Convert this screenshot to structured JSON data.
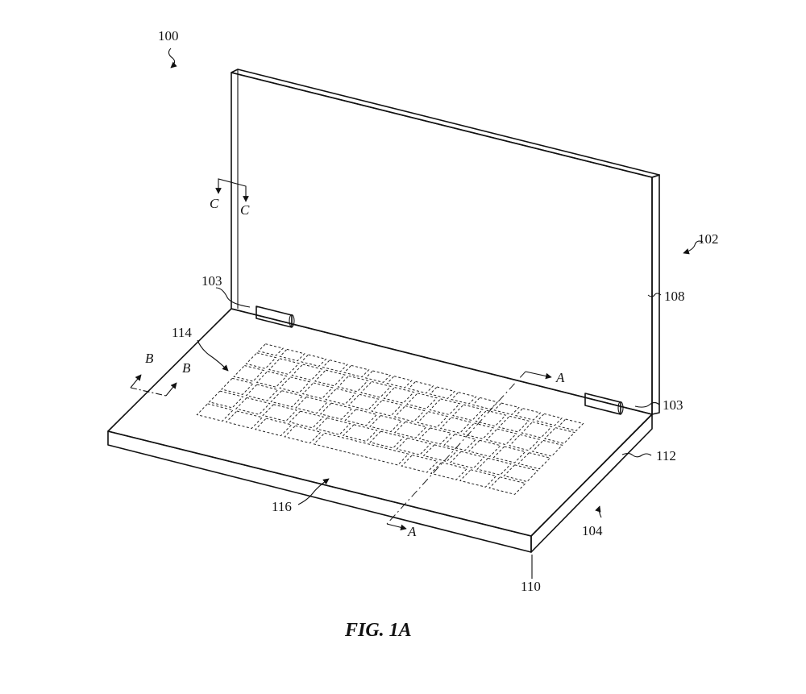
{
  "figure": {
    "caption": "FIG. 1A",
    "labels": {
      "device": "100",
      "display_housing": "102",
      "hinge_left": "103",
      "hinge_right": "103",
      "base_housing": "104",
      "display_edge": "108",
      "front_edge": "110",
      "top_surface": "112",
      "keyboard": "114",
      "palm_rest": "116"
    },
    "section_marks": {
      "a_top": "A",
      "a_bottom": "A",
      "b_left": "B",
      "b_right": "B",
      "c_left": "C",
      "c_right": "C"
    }
  }
}
